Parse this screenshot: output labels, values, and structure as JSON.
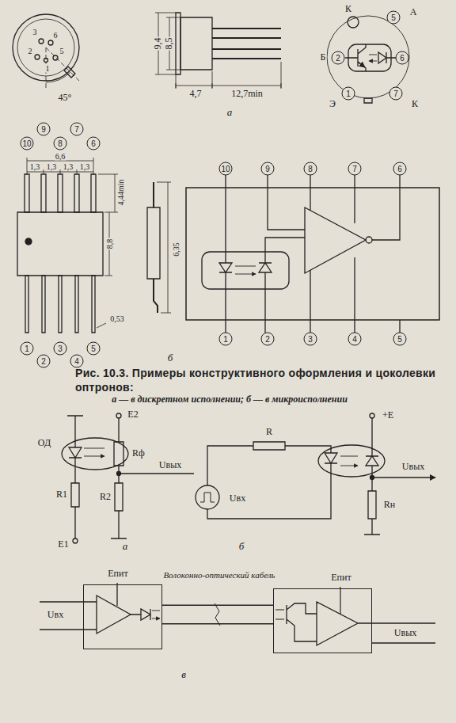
{
  "diagram": {
    "caption": "Рис. 10.3. Примеры конструктивного оформления и цоколевки оптронов:",
    "nodes": [
      {
        "text": [
          "Eпит"
        ]
      },
      {
        "text": [
          "Eпит"
        ]
      }
    ],
    "edges": [
      {
        "from": 0,
        "to": 1,
        "arrow": "none",
        "label": "Волоконно-оптический кабель"
      }
    ],
    "labels": [
      "3",
      "6",
      "2",
      "5",
      "1",
      "45°",
      "9,4",
      "8,5",
      "4,7",
      "12,7min",
      "а",
      "К",
      "5",
      "А",
      "Б",
      "2",
      "6",
      "Э",
      "1",
      "7",
      "К",
      "9",
      "7",
      "10",
      "8",
      "6",
      "6,6",
      "1,3",
      "1,3",
      "1,3",
      "1,3",
      "4,44min",
      "8,8",
      "0,53",
      "1",
      "3",
      "5",
      "2",
      "4",
      "6,35",
      "б",
      "10",
      "9",
      "8",
      "7",
      "6",
      "1",
      "2",
      "3",
      "4",
      "5",
      "а — в дискретном исполнении; б — в микроисполнении",
      "ОД",
      "E2",
      "Rф",
      "R1",
      "R2",
      "Uвых",
      "E1",
      "а",
      "R",
      "Uвх",
      "+E",
      "Uвых",
      "Rн",
      "б",
      "Uвх",
      "Uвых",
      "в"
    ]
  }
}
